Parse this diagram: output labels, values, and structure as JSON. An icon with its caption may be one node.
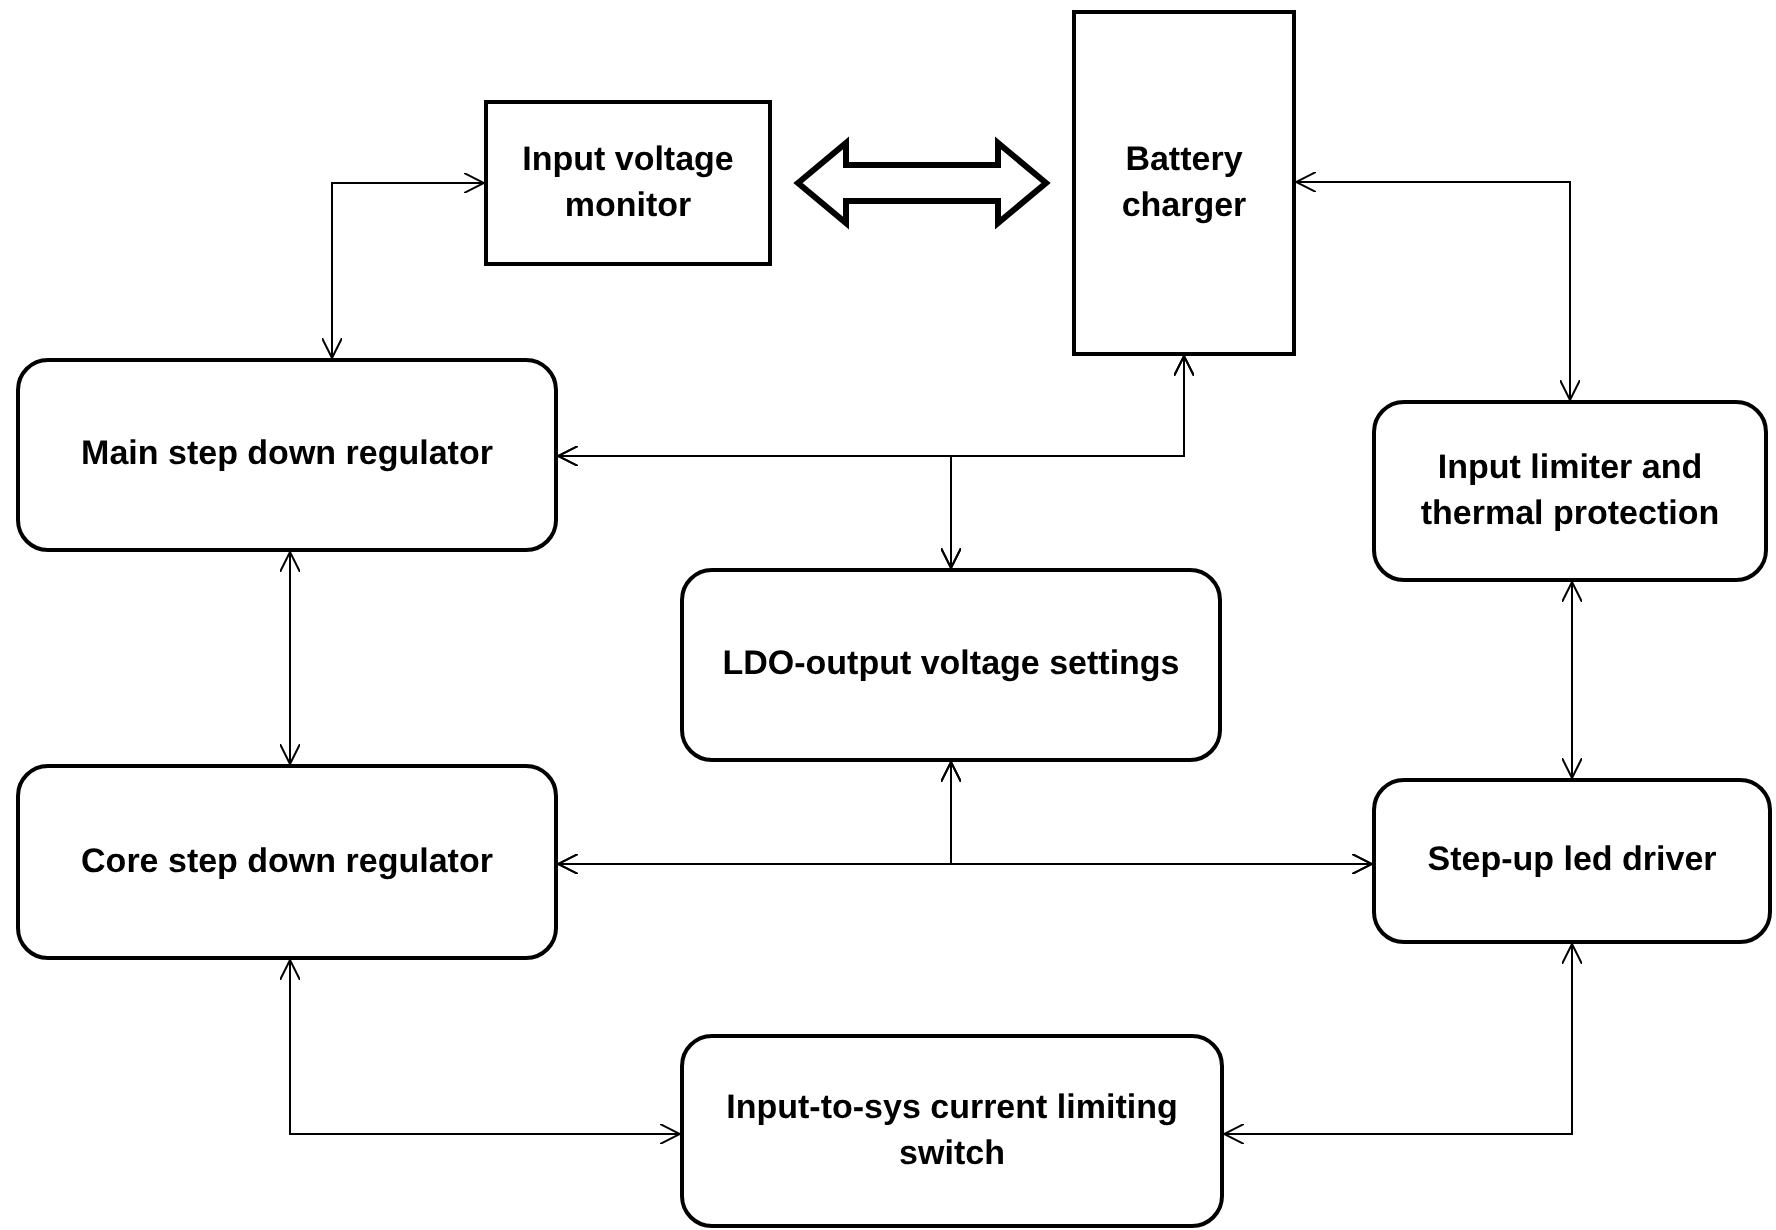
{
  "diagram": {
    "nodes": [
      {
        "text": [
          "Input voltage monitor"
        ]
      },
      {
        "text": [
          "Battery charger"
        ]
      },
      {
        "text": [
          "Main step down regulator"
        ]
      },
      {
        "text": [
          "Input limiter and thermal protection"
        ]
      },
      {
        "text": [
          "LDO-output voltage settings"
        ]
      },
      {
        "text": [
          "Core step down regulator"
        ]
      },
      {
        "text": [
          "Step-up led driver"
        ]
      },
      {
        "text": [
          "Input-to-sys current limiting switch"
        ]
      }
    ],
    "edges": [
      {
        "from": 0,
        "to": 2,
        "arrow": "both"
      },
      {
        "from": 0,
        "to": 1,
        "arrow": "both",
        "style": "thick"
      },
      {
        "from": 1,
        "to": 3,
        "arrow": "both"
      },
      {
        "from": 1,
        "to": 2,
        "arrow": "both"
      },
      {
        "from": 4,
        "to": 2,
        "arrow": "both"
      },
      {
        "from": 4,
        "to": 1,
        "arrow": "both"
      },
      {
        "from": 2,
        "to": 5,
        "arrow": "both"
      },
      {
        "from": 3,
        "to": 6,
        "arrow": "both"
      },
      {
        "from": 5,
        "to": 6,
        "arrow": "both"
      },
      {
        "from": 4,
        "to": 5,
        "arrow": "both"
      },
      {
        "from": 4,
        "to": 6,
        "arrow": "both"
      },
      {
        "from": 5,
        "to": 7,
        "arrow": "both"
      },
      {
        "from": 6,
        "to": 7,
        "arrow": "both"
      }
    ]
  }
}
